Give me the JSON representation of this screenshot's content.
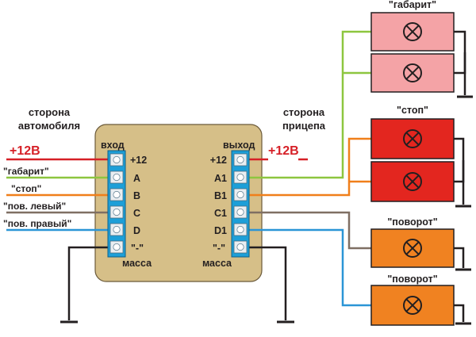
{
  "side_labels": {
    "car_line1": "сторона",
    "car_line2": "автомобиля",
    "trailer_line1": "сторона",
    "trailer_line2": "прицепа"
  },
  "input": {
    "title": "вход",
    "power_label": "+12В",
    "terminals": [
      "+12",
      "A",
      "B",
      "C",
      "D",
      "\"-\""
    ],
    "ground_label": "масса",
    "wires": [
      {
        "label": "\"габарит\""
      },
      {
        "label": "\"стоп\""
      },
      {
        "label": "\"пов. левый\""
      },
      {
        "label": "\"пов. правый\""
      }
    ]
  },
  "output": {
    "title": "выход",
    "power_label": "+12В",
    "terminals": [
      "+12",
      "A1",
      "B1",
      "C1",
      "D1",
      "\"-\""
    ],
    "ground_label": "масса"
  },
  "lamp_groups": [
    {
      "label": "\"габарит\""
    },
    {
      "label": "\"стоп\""
    },
    {
      "label": "\"поворот\""
    },
    {
      "label": "\"поворот\""
    }
  ],
  "colors": {
    "power": "#d62027",
    "parking": "#8dc63f",
    "stop": "#f07f1a",
    "left_turn": "#7f6f63",
    "right_turn": "#2b95d6",
    "ground": "#231f20",
    "module": "#d6bf88",
    "lamp_parking": "#f4a3a6",
    "lamp_stop": "#e3261f",
    "lamp_turn": "#f08221",
    "terminal": "#1d9fd8"
  },
  "icons": {
    "lamp": "lamp-x-circle-icon",
    "terminal_screw": "screw-terminal-icon",
    "ground": "ground-symbol-icon"
  }
}
